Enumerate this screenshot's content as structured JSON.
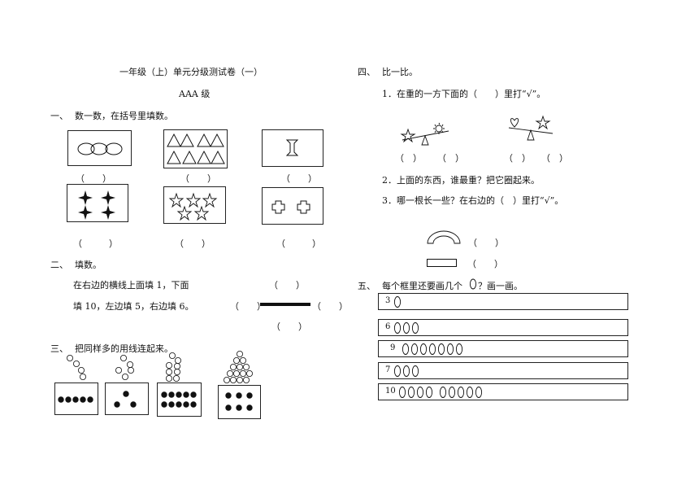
{
  "header": {
    "title": "一年级（上）单元分级测试卷（一）",
    "level": "AAA 级"
  },
  "s1": {
    "num": "一、",
    "title": "数一数，在括号里填数。",
    "paren": "（　　）",
    "paren_wide": "（　　　）"
  },
  "s2": {
    "num": "二、",
    "title": "填数。",
    "line1": "在右边的横线上面填 1，下面",
    "line2": "填 10，左边填 5，右边填 6。",
    "paren": "（　　）"
  },
  "s3": {
    "num": "三、",
    "title": "把同样多的用线连起来。"
  },
  "s4": {
    "num": "四、",
    "title": "比一比。",
    "q1": "1．在重的一方下面的（　　）里打“√”。",
    "q2": "2．上面的东西，谁最重？把它圈起来。",
    "q3": "3．哪一根长一些？在右边的（　）里打“√”。",
    "paren": "（　）"
  },
  "s5": {
    "num": "五、",
    "title_pre": "每个框里还要画几个",
    "title_post": "？画一画。",
    "rows": [
      {
        "n": "3",
        "ovals": 1
      },
      {
        "n": "6",
        "ovals": 3
      },
      {
        "n": "9",
        "ovals": 7
      },
      {
        "n": "7",
        "ovals": 3
      },
      {
        "n": "10",
        "ovals": 9
      }
    ]
  }
}
